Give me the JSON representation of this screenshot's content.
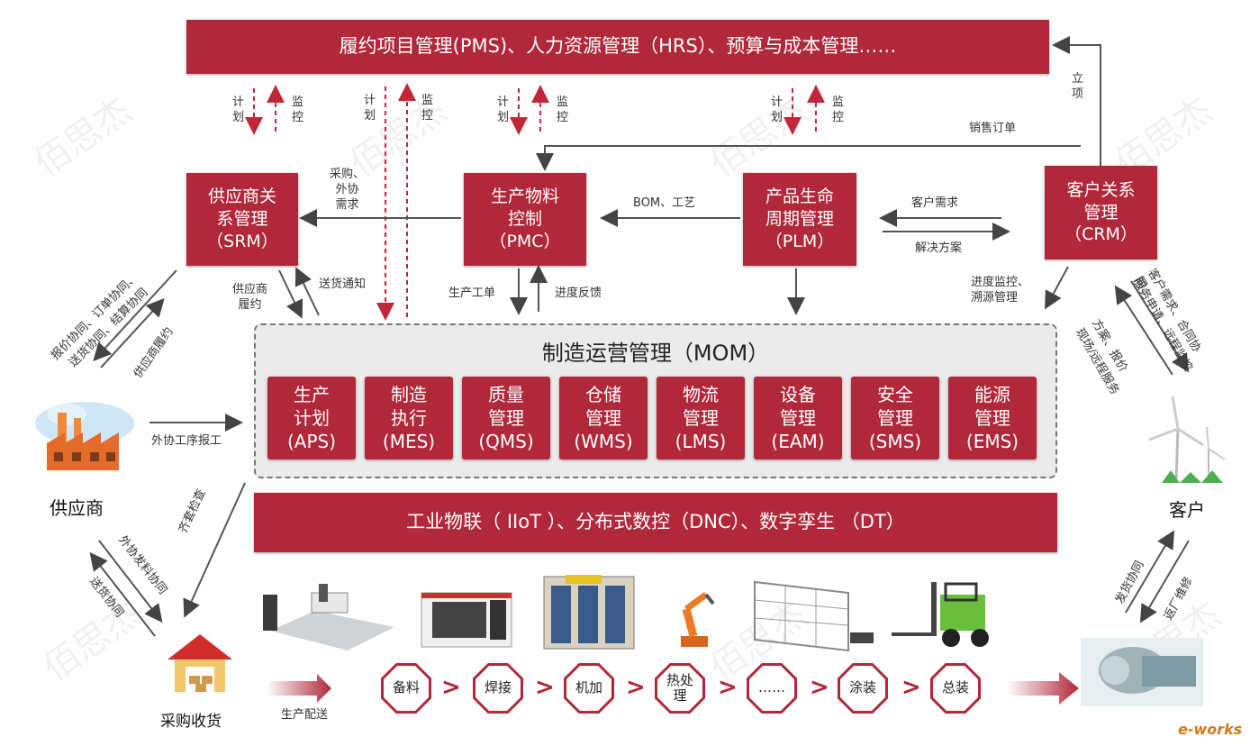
{
  "top_bar": "履约项目管理(PMS)、人力资源管理（HRS）、预算与成本管理……",
  "plan_label": "计\n划",
  "monitor_label": "监\n控",
  "systems": {
    "srm": "供应商关\n系管理\n（SRM）",
    "pmc": "生产物料\n控制\n（PMC）",
    "plm": "产品生命\n周期管理\n（PLM）",
    "crm": "客户关系\n管理\n（CRM）"
  },
  "labels": {
    "lixiang": "立\n项",
    "sales_order": "销售订单",
    "purchase": "采购、\n外协\n需求",
    "bom": "BOM、工艺",
    "customer_demand": "客户需求",
    "solution": "解决方案",
    "supplier_perform": "供应商\n履约",
    "delivery_notice": "送货通知",
    "production_order": "生产工单",
    "progress_feedback": "进度反馈",
    "progress_monitor": "进度监控、\n溯源管理",
    "outsource_report": "外协工序报工",
    "kit_check": "齐套检查",
    "production_delivery": "生产配送",
    "collab1": "报价协同、订单协同、",
    "collab2": "送货协同、结算协同",
    "supplier_fulfil": "供应商履约",
    "outsource_material": "外协发料协同",
    "delivery_collab": "送货协同",
    "cust1": "客户需求、合同协同、",
    "cust2": "服务申请、远程监控",
    "cust3": "方案、报价",
    "cust4": "现场/远程服务",
    "ship_collab": "发货协同",
    "factory_repair": "返厂维修"
  },
  "mom_title": "制造运营管理（MOM）",
  "modules": [
    "生产\n计划\n(APS)",
    "制造\n执行\n(MES)",
    "质量\n管理\n(QMS)",
    "仓储\n管理\n(WMS)",
    "物流\n管理\n(LMS)",
    "设备\n管理\n(EAM)",
    "安全\n管理\n(SMS)",
    "能源\n管理\n(EMS)"
  ],
  "iiot_bar": "工业物联（ IIoT ）、分布式数控（DNC）、数字孪生 （DT）",
  "supplier": "供应商",
  "customer": "客户",
  "purchase_receive": "采购收货",
  "steps": [
    "备料",
    "焊接",
    "机加",
    "热处\n理",
    "……",
    "涂装",
    "总装"
  ],
  "watermark": "佰思杰",
  "logo": "e-works",
  "colors": {
    "accent": "#b0283a",
    "dashed": "#c0283a"
  }
}
